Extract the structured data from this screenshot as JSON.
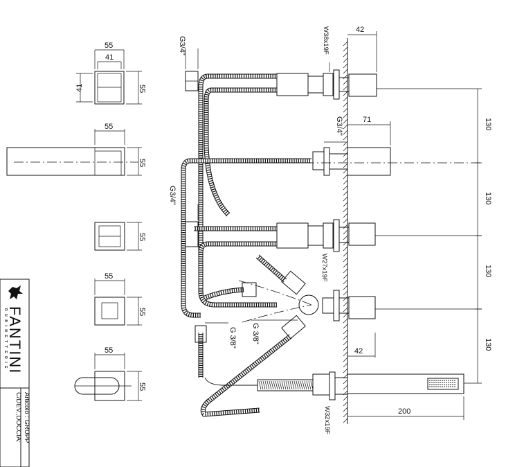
{
  "dimensions": {
    "top_view_1_outer": "55",
    "top_view_1_inner": "41",
    "top_view_1_side": "41",
    "top_view_1_height": "55",
    "side_view_width": "55",
    "side_view_height": "55",
    "view_3_height": "55",
    "view_4_width": "55",
    "view_4_height": "55",
    "view_5_width": "55",
    "view_5_height": "55",
    "wall_offset_top": "42",
    "wall_offset_spout": "71",
    "wall_offset_lower": "42",
    "handshower_length": "200",
    "spacing_1": "130",
    "spacing_2": "130",
    "spacing_3": "130",
    "spacing_4": "130"
  },
  "callouts": {
    "thread_top": "G3/4\"",
    "thread_spout": "G3/4\"",
    "thread_middle": "G3/4\"",
    "thread_diverter_a": "G 3/8\"",
    "thread_diverter_b": "G 3/8\"",
    "nut_top": "W38x19F",
    "nut_diverter": "W27x19F",
    "nut_handshower": "W32x19F"
  },
  "title_block": {
    "brand": "FANTINI",
    "sub_brand": "RUBINETTERIE",
    "article_line_1": "Articolo : GRUPP",
    "article_line_2": "C/DEV.,DOCCIA:"
  }
}
